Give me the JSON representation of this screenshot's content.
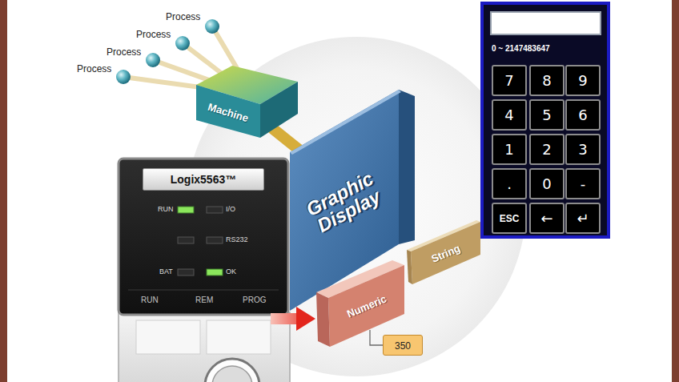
{
  "diagram": {
    "nodes": [
      {
        "text": [
          "Machine"
        ]
      },
      {
        "text": [
          "Graphic Display"
        ]
      },
      {
        "text": [
          "0 ~ 2147483647"
        ]
      },
      {
        "text": [
          "7"
        ],
        "in": 2
      },
      {
        "text": [
          "8"
        ],
        "in": 2
      },
      {
        "text": [
          "9"
        ],
        "in": 2
      },
      {
        "text": [
          "4"
        ],
        "in": 2
      },
      {
        "text": [
          "5"
        ],
        "in": 2
      },
      {
        "text": [
          "6"
        ],
        "in": 2
      },
      {
        "text": [
          "1"
        ],
        "in": 2
      },
      {
        "text": [
          "2"
        ],
        "in": 2
      },
      {
        "text": [
          "3"
        ],
        "in": 2
      },
      {
        "text": [
          "."
        ],
        "in": 2
      },
      {
        "text": [
          "0"
        ],
        "in": 2
      },
      {
        "text": [
          "-"
        ],
        "in": 2
      },
      {
        "text": [
          "ESC"
        ],
        "in": 2
      },
      {
        "text": [
          "←"
        ],
        "in": 2
      },
      {
        "text": [
          "↵"
        ],
        "in": 2
      },
      {
        "text": [
          "Logix5563™"
        ]
      },
      {
        "text": [
          "String"
        ]
      },
      {
        "text": [
          "Numeric"
        ]
      },
      {
        "text": [
          "350"
        ]
      }
    ],
    "edges": [
      {
        "from": 0,
        "to": 1,
        "arrow": "none"
      },
      {
        "from": 18,
        "to": 20,
        "arrow": "to"
      },
      {
        "from": 20,
        "to": 21,
        "arrow": "none"
      }
    ],
    "labels": [
      "Process",
      "Process",
      "Process",
      "Process",
      "RUN",
      "I/O",
      "RS232",
      "BAT",
      "OK",
      "RUN",
      "REM",
      "PROG"
    ]
  }
}
